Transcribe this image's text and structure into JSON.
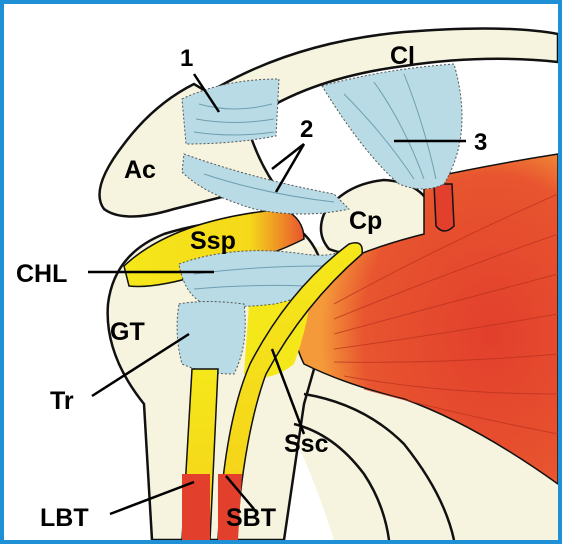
{
  "labels": {
    "one": "1",
    "two": "2",
    "three": "3",
    "cl": "Cl",
    "ac": "Ac",
    "cp": "Cp",
    "ssp": "Ssp",
    "chl": "CHL",
    "gt": "GT",
    "tr": "Tr",
    "ssc": "Ssc",
    "lbt": "LBT",
    "sbt": "SBT"
  },
  "colors": {
    "frame": "#1f8fd6",
    "bone": "#f6f4df",
    "ligament": "#b8dbe6",
    "muscle": "#e8442e",
    "tendon": "#f5e81a",
    "outline": "#111111"
  }
}
